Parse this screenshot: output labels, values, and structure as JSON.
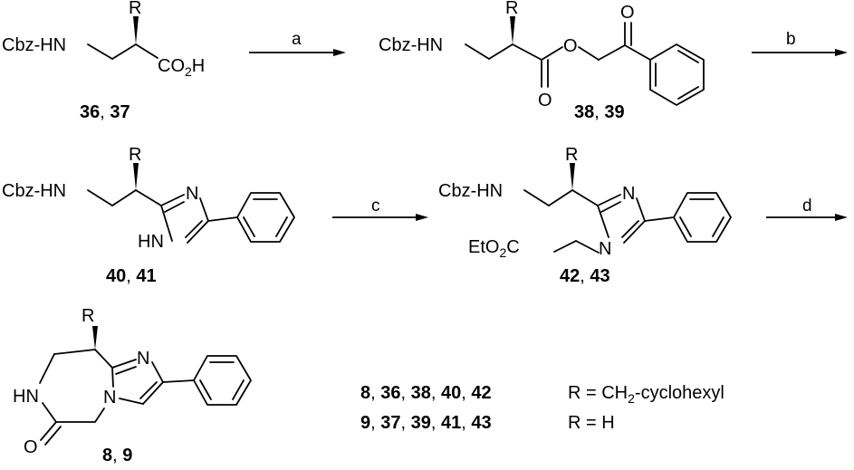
{
  "scheme": {
    "reagents": [
      "a",
      "b",
      "c",
      "d"
    ],
    "groups": {
      "cbz_hn": "Cbz-HN",
      "r": "R",
      "co2h_main": "CO",
      "co2h_sub": "2",
      "co2h_tail": "H",
      "oxygen": "O",
      "nitrogen": "N",
      "hn": "HN",
      "et_main": "EtO",
      "et_sub": "2",
      "et_tail": "C",
      "ring_hn": "HN"
    },
    "compounds": [
      {
        "numbers": [
          "36",
          "37"
        ]
      },
      {
        "numbers": [
          "38",
          "39"
        ]
      },
      {
        "numbers": [
          "40",
          "41"
        ]
      },
      {
        "numbers": [
          "42",
          "43"
        ]
      },
      {
        "numbers": [
          "8",
          "9"
        ]
      }
    ],
    "legend": [
      {
        "numbers": [
          "8",
          "36",
          "38",
          "40",
          "42"
        ],
        "r_prefix": "R = CH",
        "r_sub": "2",
        "r_suffix": "-cyclohexyl"
      },
      {
        "numbers": [
          "9",
          "37",
          "39",
          "41",
          "43"
        ],
        "r_prefix": "R = H",
        "r_sub": "",
        "r_suffix": ""
      }
    ]
  }
}
